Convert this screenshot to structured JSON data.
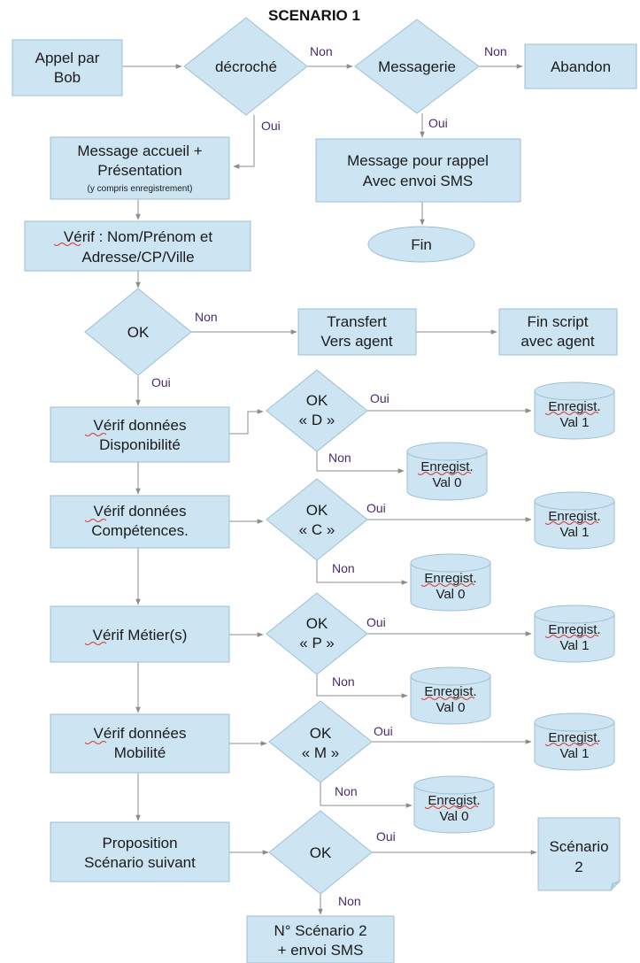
{
  "title": "SCENARIO 1",
  "nodes": {
    "appel": [
      "Appel par",
      "Bob"
    ],
    "decroche": "décroché",
    "messagerie": "Messagerie",
    "abandon": "Abandon",
    "accueil": [
      "Message accueil +",
      "Présentation",
      "(y compris enregistrement)"
    ],
    "rappel": [
      "Message pour rappel",
      "Avec envoi SMS"
    ],
    "fin": "Fin",
    "verif_nom": [
      "Vérif : Nom/Prénom et",
      "Adresse/CP/Ville"
    ],
    "ok1": "OK",
    "transfert": [
      "Transfert",
      "Vers agent"
    ],
    "fin_script": [
      "Fin script",
      "avec agent"
    ],
    "verif_dispo": [
      "Vérif données",
      "Disponibilité"
    ],
    "ok_d": [
      "OK",
      "« D »"
    ],
    "verif_comp": [
      "Vérif données",
      "Compétences."
    ],
    "ok_c": [
      "OK",
      "« C »"
    ],
    "verif_metier": "Vérif Métier(s)",
    "ok_p": [
      "OK",
      "« P »"
    ],
    "verif_mob": [
      "Vérif données",
      "Mobilité"
    ],
    "ok_m": [
      "OK",
      "« M »"
    ],
    "proposition": [
      "Proposition",
      "Scénario suivant"
    ],
    "ok_final": "OK",
    "scenario2": [
      "Scénario",
      "2"
    ],
    "no_scenario": [
      "N° Scénario 2",
      "+ envoi SMS"
    ],
    "enreg_val1": [
      "Enregist.",
      "Val 1"
    ],
    "enreg_val0": [
      "Enregist.",
      "Val 0"
    ]
  },
  "edge_labels": {
    "non": "Non",
    "oui": "Oui"
  },
  "colors": {
    "fill": "#cde4f3",
    "stroke": "#9bbfd6",
    "edge": "#8c8c8c",
    "label": "#4a2a6e"
  }
}
